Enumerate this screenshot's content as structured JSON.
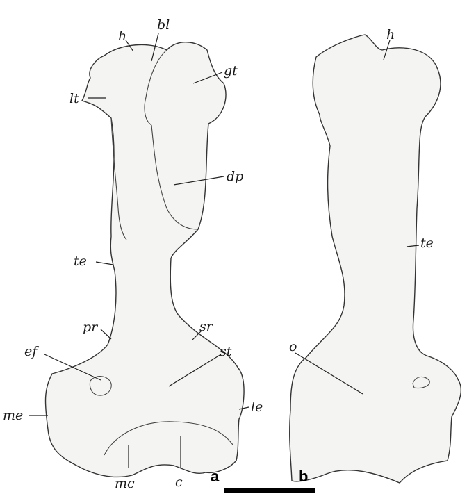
{
  "panels": {
    "a": "a",
    "b": "b"
  },
  "labels_a": {
    "h": "h",
    "bl": "bl",
    "gt": "gt",
    "lt": "lt",
    "dp": "dp",
    "te": "te",
    "pr": "pr",
    "sr": "sr",
    "ef": "ef",
    "st": "st",
    "me": "me",
    "le": "le",
    "mc": "mc",
    "c": "c"
  },
  "labels_b": {
    "h": "h",
    "te": "te",
    "o": "o"
  },
  "colors": {
    "ink": "#1a1a1a",
    "bone_fill": "#f4f4f2",
    "scale_bar": "#000000"
  }
}
